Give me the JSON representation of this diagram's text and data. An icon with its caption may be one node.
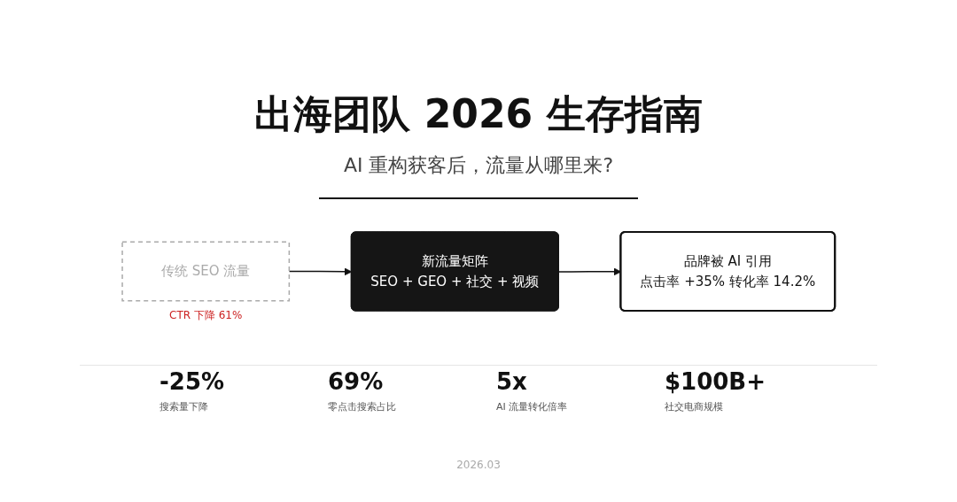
{
  "diagram": {
    "title": "出海团队 2026 生存指南",
    "nodes": [
      {
        "text": [
          "传统 SEO 流量"
        ],
        "beside": [
          "CTR 下降 61%"
        ]
      },
      {
        "text": [
          "新流量矩阵",
          "SEO + GEO + 社交 + 视频"
        ]
      },
      {
        "text": [
          "品牌被 AI 引用",
          "点击率 +35% 转化率 14.2%"
        ]
      }
    ],
    "edges": [
      {
        "from": 0,
        "to": 1,
        "arrow": "to"
      },
      {
        "from": 1,
        "to": 2,
        "arrow": "to"
      }
    ],
    "labels": [
      "AI 重构获客后，流量从哪里来?",
      "-25%",
      "搜索量下降",
      "69%",
      "零点击搜索占比",
      "5x",
      "AI 流量转化倍率",
      "$100B+",
      "社交电商规模",
      "2026.03"
    ]
  }
}
